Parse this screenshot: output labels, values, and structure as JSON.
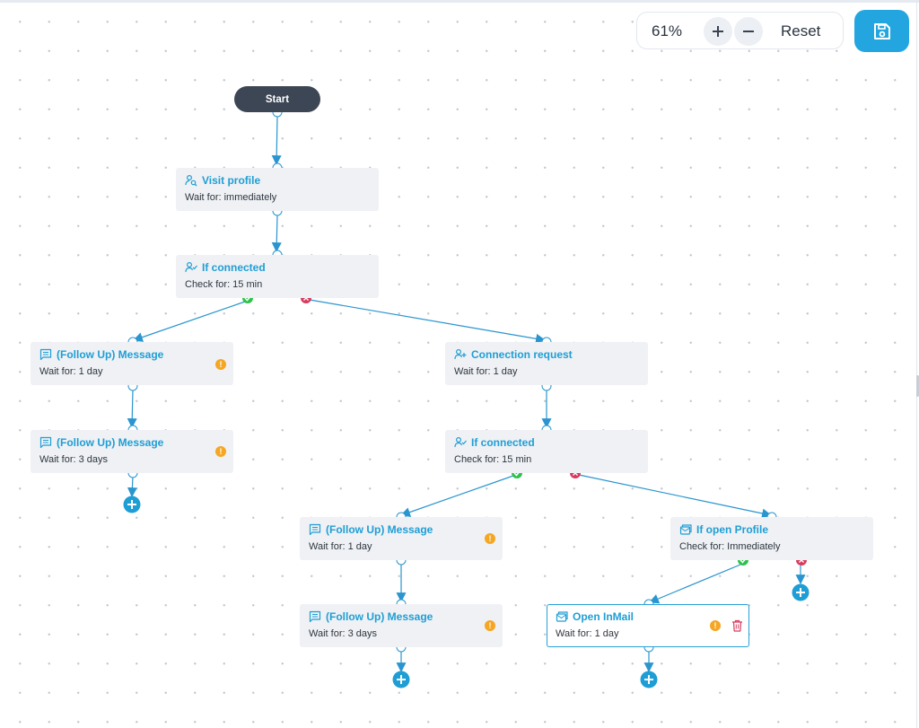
{
  "toolbar": {
    "zoom_level": "61%",
    "zoom_in_icon": "plus-icon",
    "zoom_out_icon": "minus-icon",
    "reset_label": "Reset",
    "save_icon": "floppy-disk-icon"
  },
  "colors": {
    "accent": "#23a6df",
    "title_text": "#1f9ed5",
    "start_node": "#3d4654",
    "card_background": "#eff1f4",
    "yes_branch": "#2ec24a",
    "no_branch": "#d83a5e",
    "warning": "#f5a623"
  },
  "flow": {
    "start_label": "Start",
    "steps": {
      "visit_profile": {
        "title": "Visit profile",
        "subtitle": "Wait for: immediately",
        "icon": "user-search-icon"
      },
      "if_connected_1": {
        "title": "If connected",
        "subtitle": "Check for: 15 min",
        "icon": "user-check-icon"
      },
      "message_1": {
        "title": "(Follow Up) Message",
        "subtitle": "Wait for: 1 day",
        "icon": "message-icon",
        "warning": "!"
      },
      "message_2": {
        "title": "(Follow Up) Message",
        "subtitle": "Wait for: 3 days",
        "icon": "message-icon",
        "warning": "!"
      },
      "connection_request": {
        "title": "Connection request",
        "subtitle": "Wait for: 1 day",
        "icon": "user-plus-icon"
      },
      "if_connected_2": {
        "title": "If connected",
        "subtitle": "Check for: 15 min",
        "icon": "user-check-icon"
      },
      "message_3": {
        "title": "(Follow Up) Message",
        "subtitle": "Wait for: 1 day",
        "icon": "message-icon",
        "warning": "!"
      },
      "message_4": {
        "title": "(Follow Up) Message",
        "subtitle": "Wait for: 3 days",
        "icon": "message-icon",
        "warning": "!"
      },
      "if_open_profile": {
        "title": "If open Profile",
        "subtitle": "Check for: Immediately",
        "icon": "inmail-icon"
      },
      "open_inmail": {
        "title": "Open InMail",
        "subtitle": "Wait for: 1 day",
        "icon": "inmail-icon",
        "warning": "!",
        "delete_icon": "trash-icon"
      }
    }
  }
}
